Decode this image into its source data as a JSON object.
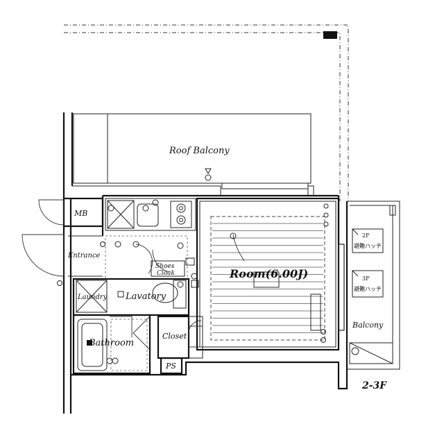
{
  "labels": {
    "roof_balcony": "Roof Balcony",
    "mb": "MB",
    "entrance": "Entrance",
    "shoes_cloak": "Shoes Cloak",
    "shoes_cloak_line1": "Shoes",
    "shoes_cloak_line2": "Cloak",
    "room": "Room(6.00J)",
    "laundry": "Laundry",
    "lavatory": "Lavatory",
    "bathroom": "Bathroom",
    "closet": "Closet",
    "ps": "PS",
    "balcony": "Balcony",
    "floor": "2-3F",
    "hatch_2f_top": "2F",
    "hatch_2f_bottom": "避難ハッチ",
    "hatch_3f_top": "3F",
    "hatch_3f_bottom": "避難ハッチ"
  }
}
